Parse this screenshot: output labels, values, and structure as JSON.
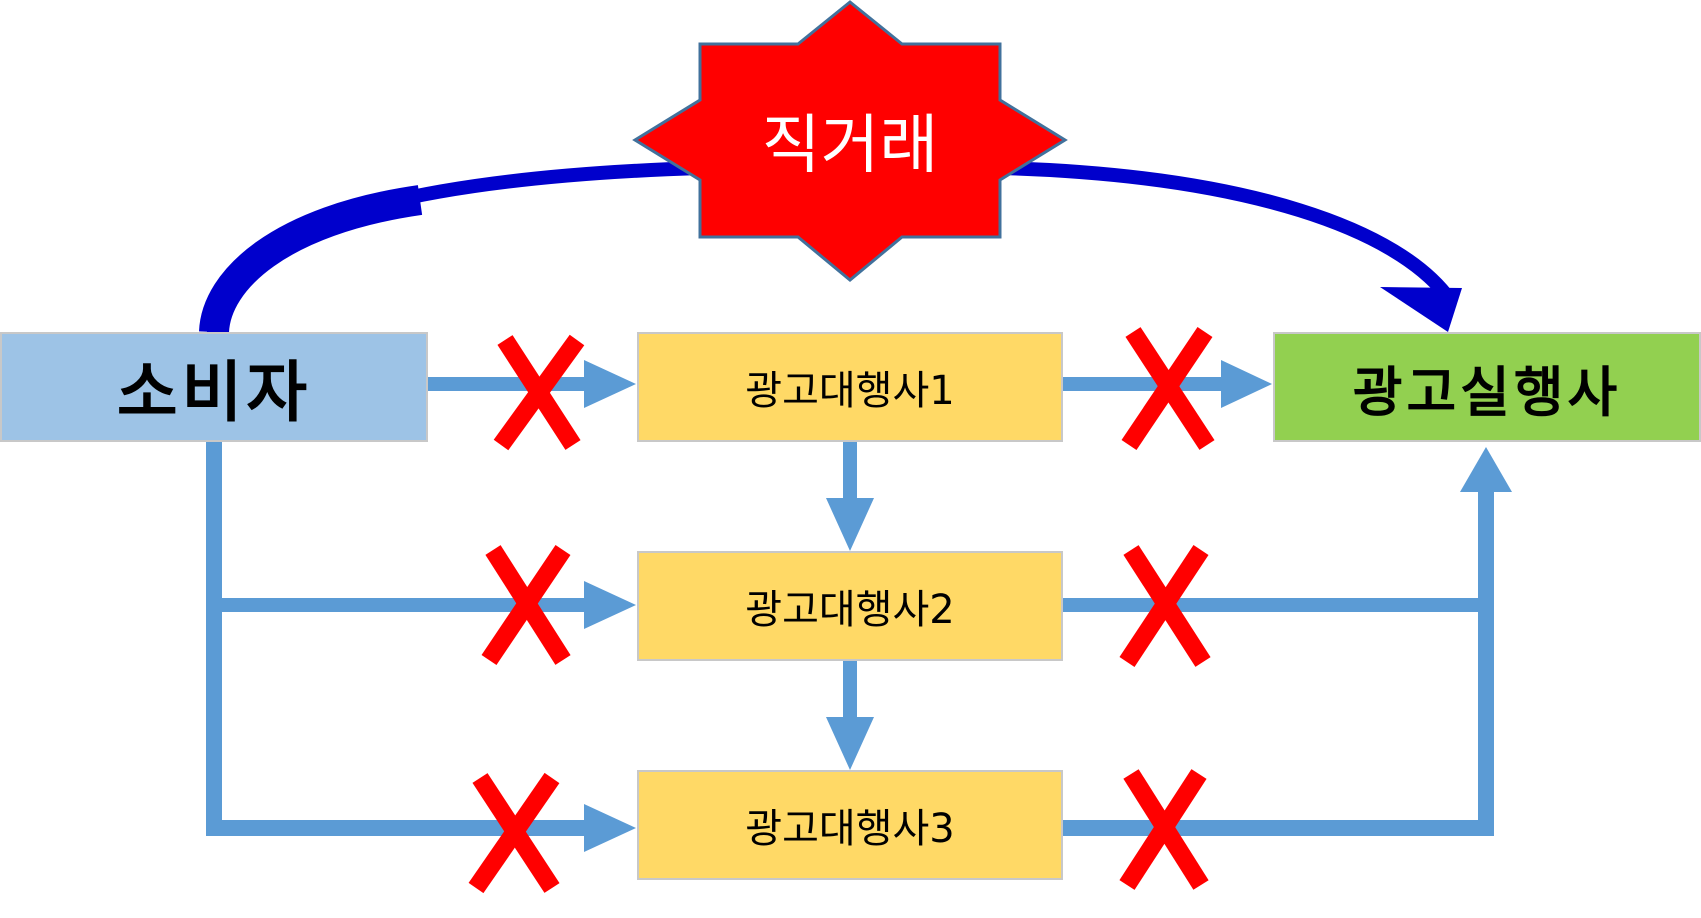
{
  "direct_trade": {
    "label": "직거래"
  },
  "consumer": {
    "label": "소비자"
  },
  "executor": {
    "label": "광고실행사"
  },
  "agencies": [
    {
      "label": "광고대행사1"
    },
    {
      "label": "광고대행사2"
    },
    {
      "label": "광고대행사3"
    }
  ],
  "colors": {
    "arrow": "#5b9bd5",
    "direct_arrow": "#0000cc",
    "star_fill": "#ff0000",
    "cross": "#ff0000",
    "consumer_fill": "#9dc3e6",
    "agency_fill": "#ffd966",
    "executor_fill": "#92d050"
  }
}
